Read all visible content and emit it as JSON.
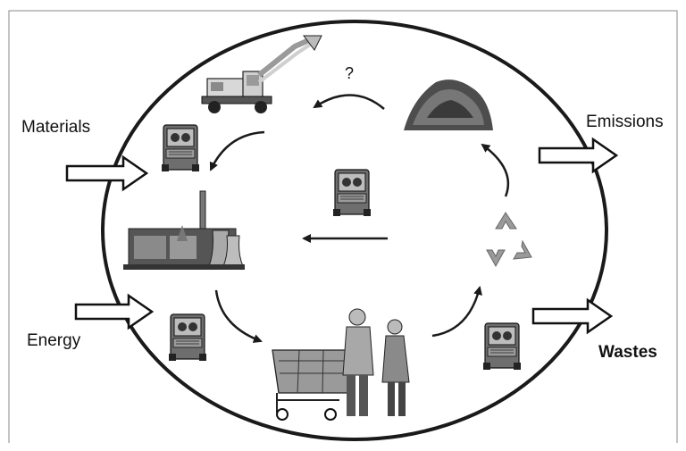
{
  "labels": {
    "materials": "Materials",
    "energy": "Energy",
    "emissions": "Emissions",
    "wastes": "Wastes",
    "question": "?"
  },
  "icons": {
    "excavator": "excavator-icon",
    "gravel": "gravel-pile-icon",
    "factory": "factory-icon",
    "truck": "truck-icon",
    "shopping_cart": "shopping-cart-icon",
    "shoppers": "shoppers-couple-icon",
    "recycle": "recycle-icon"
  },
  "colors": {
    "line": "#1a1a1a",
    "icon_gray": "#7a7a7a",
    "background": "#ffffff"
  }
}
